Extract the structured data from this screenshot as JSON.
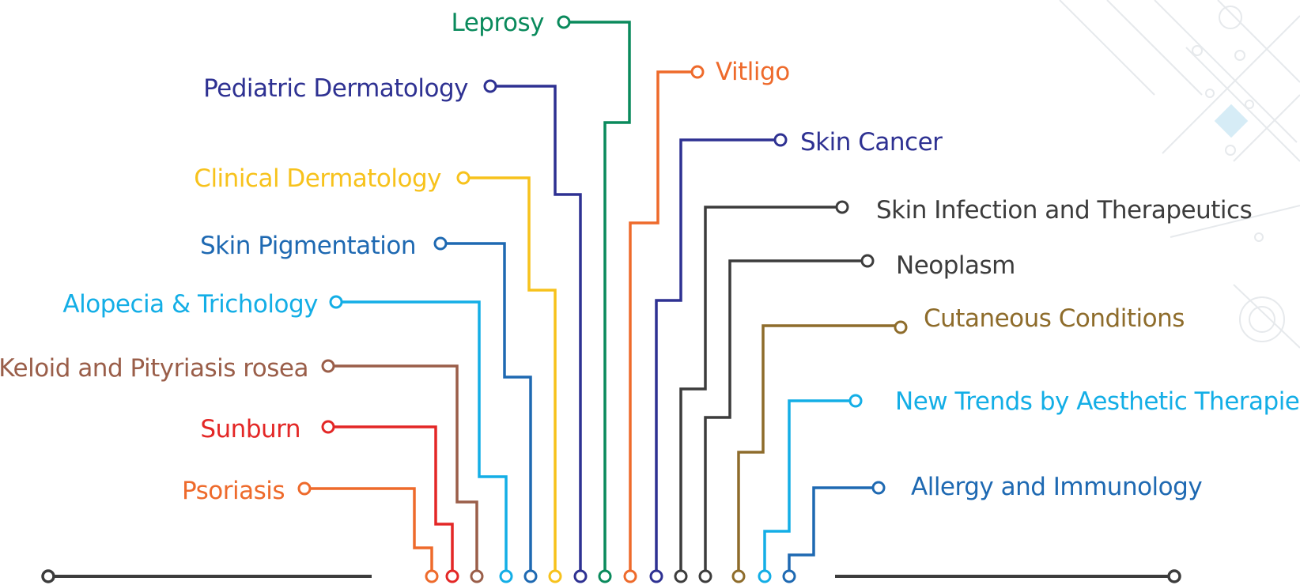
{
  "topics": [
    {
      "id": "psoriasis",
      "label": "Psoriasis",
      "color": "#EE6A2B"
    },
    {
      "id": "sunburn",
      "label": "Sunburn",
      "color": "#E32726"
    },
    {
      "id": "keloid",
      "label": "Keloid and Pityriasis rosea",
      "color": "#9A5E49"
    },
    {
      "id": "alopecia",
      "label": "Alopecia & Trichology",
      "color": "#13AEE6"
    },
    {
      "id": "skin-pigmentation",
      "label": "Skin Pigmentation",
      "color": "#1E69B2"
    },
    {
      "id": "clinical-dermatology",
      "label": "Clinical Dermatology",
      "color": "#F7C21C"
    },
    {
      "id": "pediatric-dermatology",
      "label": "Pediatric Dermatology",
      "color": "#2E3192"
    },
    {
      "id": "leprosy",
      "label": "Leprosy",
      "color": "#0A8A5C"
    },
    {
      "id": "vitiligo",
      "label": "Vitligo",
      "color": "#EE6A2B"
    },
    {
      "id": "skin-cancer",
      "label": "Skin Cancer",
      "color": "#2E3192"
    },
    {
      "id": "skin-infection",
      "label": "Skin Infection and Therapeutics",
      "color": "#3C3C3C"
    },
    {
      "id": "neoplasm",
      "label": "Neoplasm",
      "color": "#3C3C3C"
    },
    {
      "id": "cutaneous-conditions",
      "label": "Cutaneous Conditions",
      "color": "#8E6C2B"
    },
    {
      "id": "new-trends",
      "label": "New Trends by Aesthetic Therapies",
      "color": "#13AEE6"
    },
    {
      "id": "allergy-immunology",
      "label": "Allergy and Immunology",
      "color": "#1E69B2"
    }
  ],
  "baseline_color": "#3C3C3C"
}
